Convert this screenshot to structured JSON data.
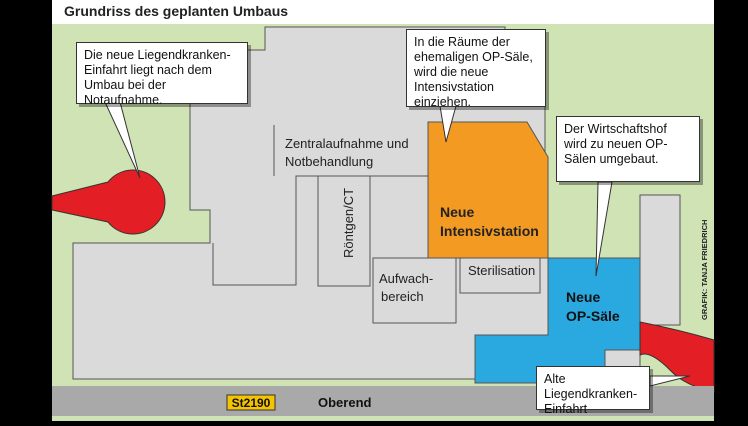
{
  "title": "Grundriss des geplanten Umbaus",
  "colors": {
    "background": "#cfe3b4",
    "building": "#dadada",
    "intensiv": "#f39a23",
    "op": "#2aa8e0",
    "access": "#e31e24",
    "road": "#a9a9a9",
    "road_sign": "#f5c400"
  },
  "callouts": {
    "entrance_new": "Die neue Liegendkranken-Einfahrt liegt nach dem Umbau bei der Notaufnahme.",
    "intensiv_move": "In die Räume der ehemaligen OP-Säle, wird die neue Intensivstation einziehen.",
    "wirtschaftshof": "Der Wirtschaftshof wird zu neuen OP-Sälen umgebaut.",
    "entrance_old": "Alte Liegendkranken-Einfahrt"
  },
  "rooms": {
    "zentral_1": "Zentralaufnahme und",
    "zentral_2": "Notbehandlung",
    "roentgen": "Röntgen/CT",
    "aufwach_1": "Aufwach-",
    "aufwach_2": "bereich",
    "steril": "Sterilisation",
    "intensiv_1": "Neue",
    "intensiv_2": "Intensivstation",
    "op_1": "Neue",
    "op_2": "OP-Säle"
  },
  "road": {
    "route_number": "St2190",
    "street_name": "Oberend"
  },
  "credit": "GRAFIK: TANJA FRIEDRICH"
}
